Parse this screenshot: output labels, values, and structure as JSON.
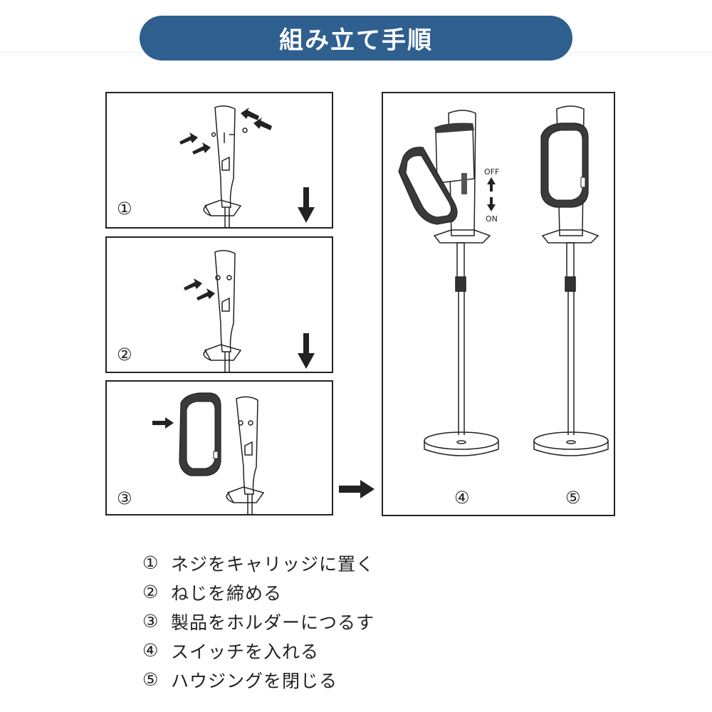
{
  "header": {
    "title": "組み立て手順"
  },
  "panels": {
    "p1": {
      "num": "①"
    },
    "p2": {
      "num": "②"
    },
    "p3": {
      "num": "③"
    },
    "p4": {
      "num": "④",
      "off_label": "OFF",
      "on_label": "ON"
    },
    "p5": {
      "num": "⑤"
    }
  },
  "instructions": [
    {
      "num": "①",
      "text": "ネジをキャリッジに置く"
    },
    {
      "num": "②",
      "text": "ねじを締める"
    },
    {
      "num": "③",
      "text": "製品をホルダーにつるす"
    },
    {
      "num": "④",
      "text": "スイッチを入れる"
    },
    {
      "num": "⑤",
      "text": "ハウジングを閉じる"
    }
  ],
  "colors": {
    "title_bg": "#2f5f8f",
    "line": "#222222"
  },
  "icons": [
    "arrow-right-icon",
    "arrow-down-icon"
  ]
}
